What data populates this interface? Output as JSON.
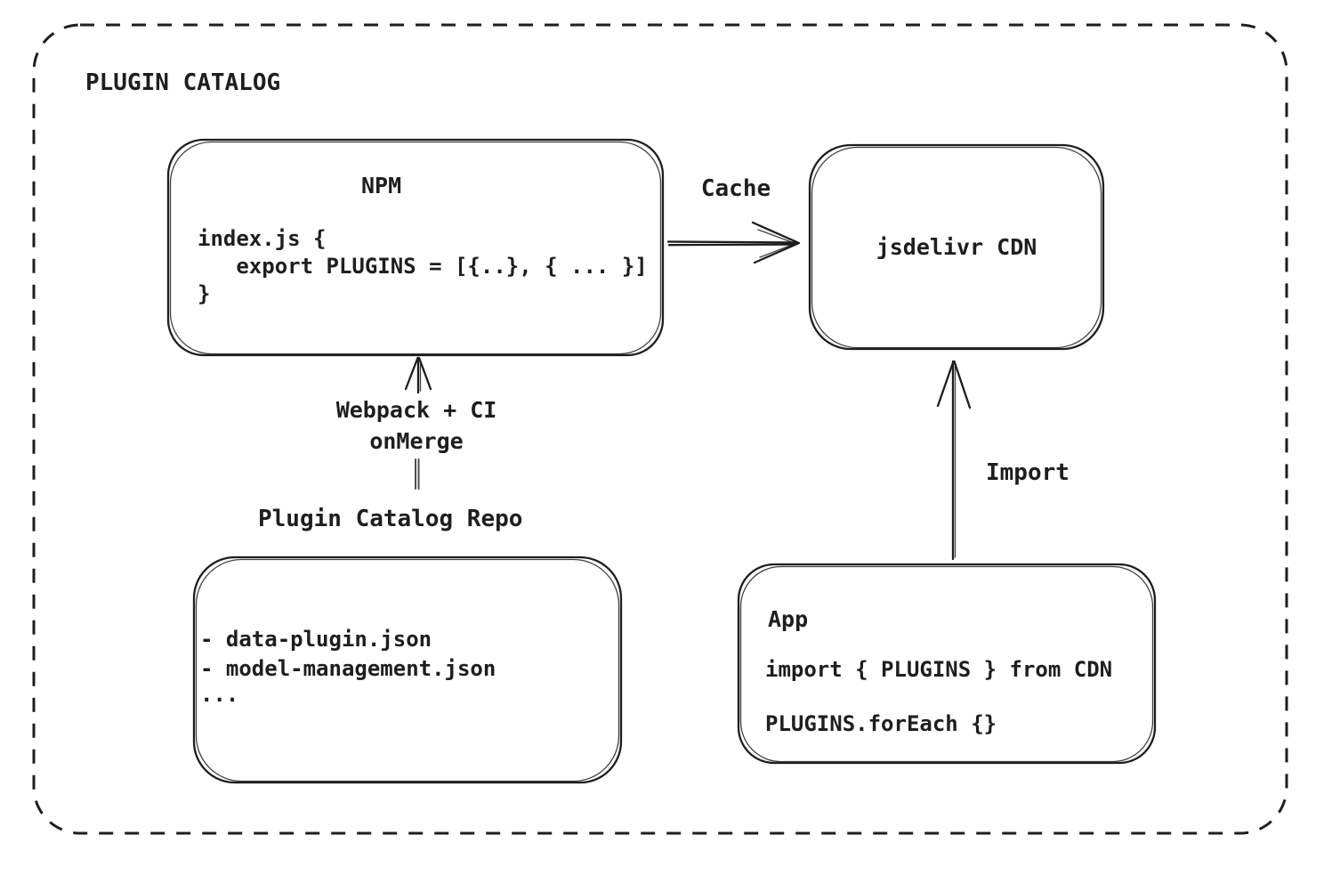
{
  "title": "PLUGIN CATALOG",
  "nodes": {
    "npm": {
      "title": "NPM",
      "code_lines": [
        "index.js {",
        "   export PLUGINS = [{..}, { ... }]",
        "}"
      ]
    },
    "cdn": {
      "label": "jsdelivr CDN"
    },
    "repo": {
      "label": "Plugin Catalog Repo",
      "items": [
        "- data-plugin.json",
        "- model-management.json",
        "..."
      ]
    },
    "app": {
      "title": "App",
      "code_lines": [
        "import { PLUGINS } from CDN",
        "PLUGINS.forEach {}"
      ]
    }
  },
  "edges": {
    "cache": {
      "label": "Cache",
      "from": "NPM",
      "to": "jsdelivr CDN"
    },
    "build": {
      "label_line1": "Webpack + CI",
      "label_line2": "onMerge",
      "from": "Plugin Catalog Repo",
      "to": "NPM"
    },
    "import": {
      "label": "Import",
      "from": "App",
      "to": "jsdelivr CDN"
    }
  },
  "colors": {
    "ink": "#1e1e1e",
    "background": "#ffffff"
  }
}
